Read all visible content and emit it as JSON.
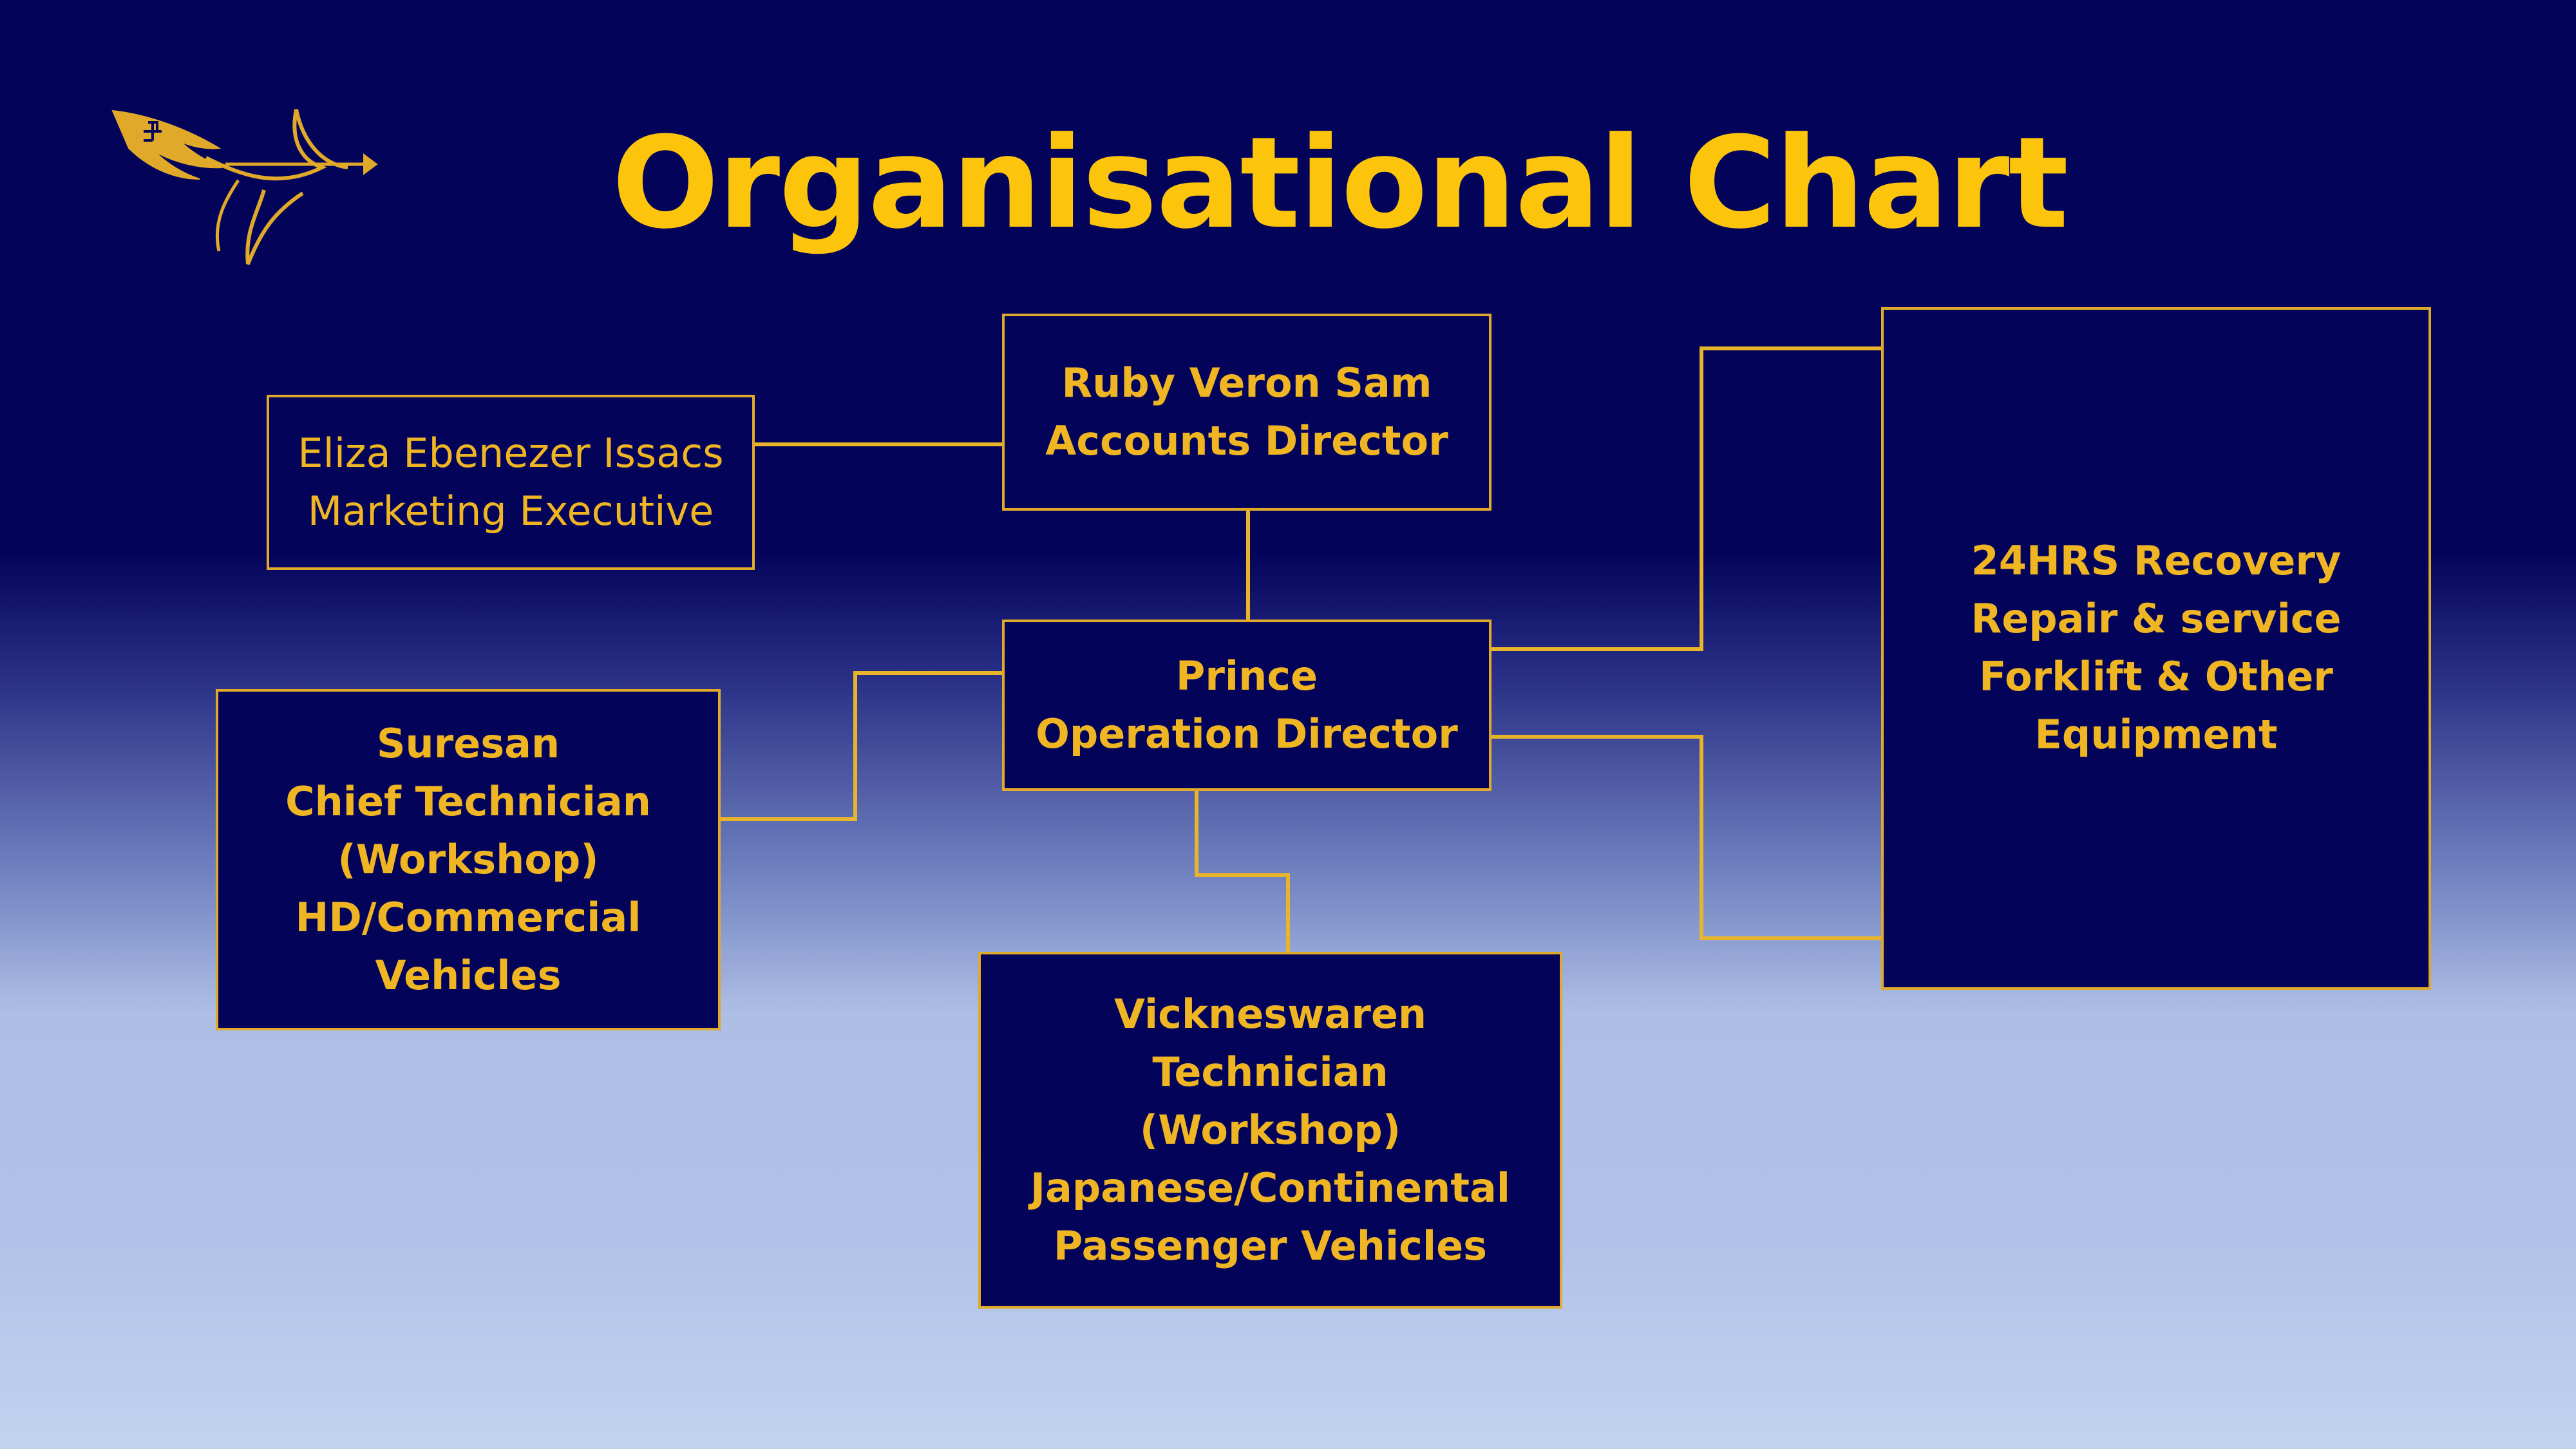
{
  "title": "Organisational Chart",
  "logo": {
    "icon": "phoenix-arrow-logo-icon"
  },
  "nodes": {
    "accounts_director": {
      "name": "Ruby Veron Sam",
      "role": "Accounts Director"
    },
    "marketing_executive": {
      "name": "Eliza Ebenezer Issacs",
      "role": "Marketing Executive"
    },
    "operation_director": {
      "name": "Prince",
      "role": "Operation Director"
    },
    "chief_technician": {
      "lines": [
        "Suresan",
        "Chief Technician",
        "(Workshop)",
        "HD/Commercial",
        "Vehicles"
      ]
    },
    "technician": {
      "lines": [
        "Vickneswaren",
        "Technician",
        "(Workshop)",
        "Japanese/Continental",
        "Passenger Vehicles"
      ]
    },
    "services": {
      "lines": [
        "24HRS Recovery",
        "Repair & service",
        "Forklift & Other",
        "Equipment"
      ]
    }
  },
  "colors": {
    "background_top": "#03035a",
    "background_bottom": "#c2d3ef",
    "accent": "#fdc40c",
    "box_border": "#e0a92a"
  }
}
